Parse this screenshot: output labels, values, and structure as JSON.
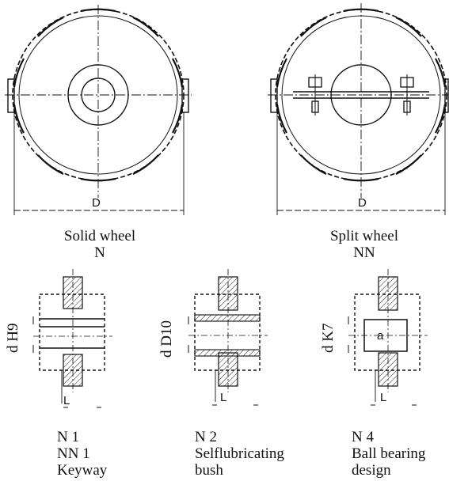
{
  "wheels": [
    {
      "dimension": "D",
      "caption_line1": "Solid wheel",
      "caption_line2": "N"
    },
    {
      "dimension": "D",
      "caption_line1": "Split wheel",
      "caption_line2": "NN"
    }
  ],
  "bores": [
    {
      "fit_label": "d  H9",
      "length_label": "L",
      "inner_label": "",
      "caption_lines": [
        "N 1",
        "NN 1",
        "Keyway"
      ]
    },
    {
      "fit_label": "d  D10",
      "length_label": "L",
      "inner_label": "",
      "caption_lines": [
        "N 2",
        "Selflubricating",
        "bush"
      ]
    },
    {
      "fit_label": "d  K7",
      "length_label": "L",
      "inner_label": "a",
      "caption_lines": [
        "N 4",
        "Ball bearing",
        "design"
      ]
    }
  ]
}
